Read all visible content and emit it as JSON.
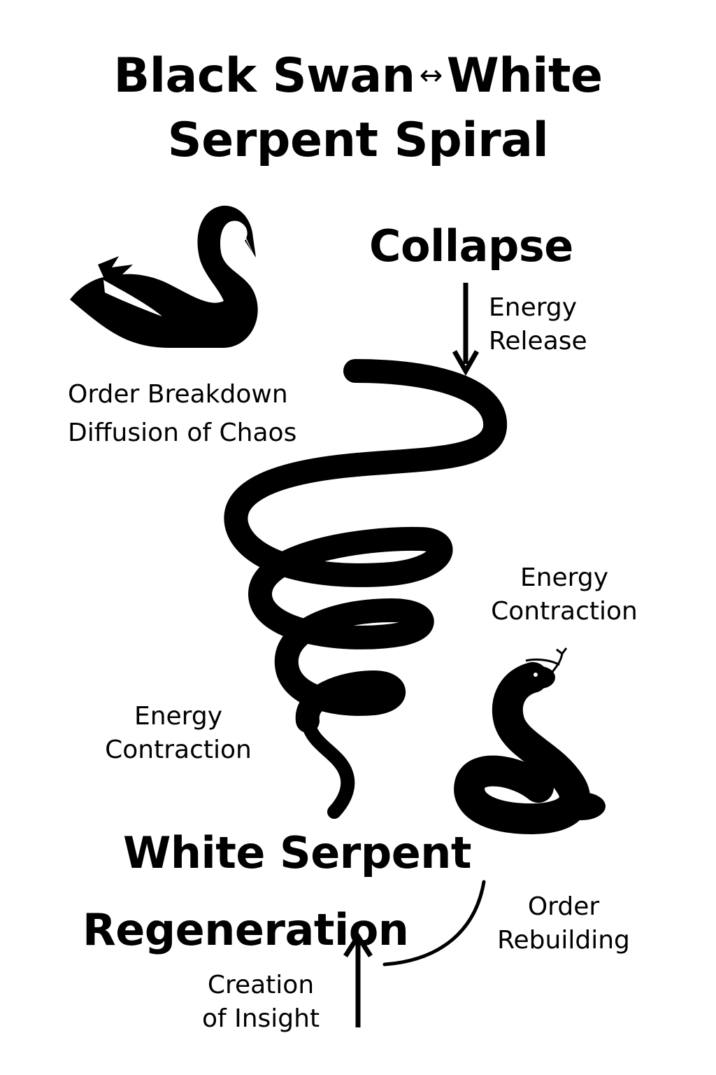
{
  "title": {
    "left": "Black Swan",
    "arrow": "↔",
    "right": "White",
    "line2": "Serpent Spiral"
  },
  "headings": {
    "collapse": "Collapse",
    "regeneration_line1": "White Serpent",
    "regeneration_line2": "Regeneration"
  },
  "labels": {
    "order_breakdown": "Order Breakdown",
    "diffusion": "Diffusion of Chaos",
    "release_line1": "Energy",
    "release_line2": "Release",
    "contraction_right_line1": "Energy",
    "contraction_right_line2": "Contraction",
    "contraction_left_line1": "Energy",
    "contraction_left_line2": "Contraction",
    "rebuilding_line1": "Order",
    "rebuilding_line2": "Rebuilding",
    "insight_line1": "Creation",
    "insight_line2": "of Insight"
  },
  "icons": [
    "swan-icon",
    "spiral-serpent-icon",
    "coiled-serpent-icon"
  ],
  "colors": {
    "ink": "#000000",
    "background": "#ffffff"
  }
}
